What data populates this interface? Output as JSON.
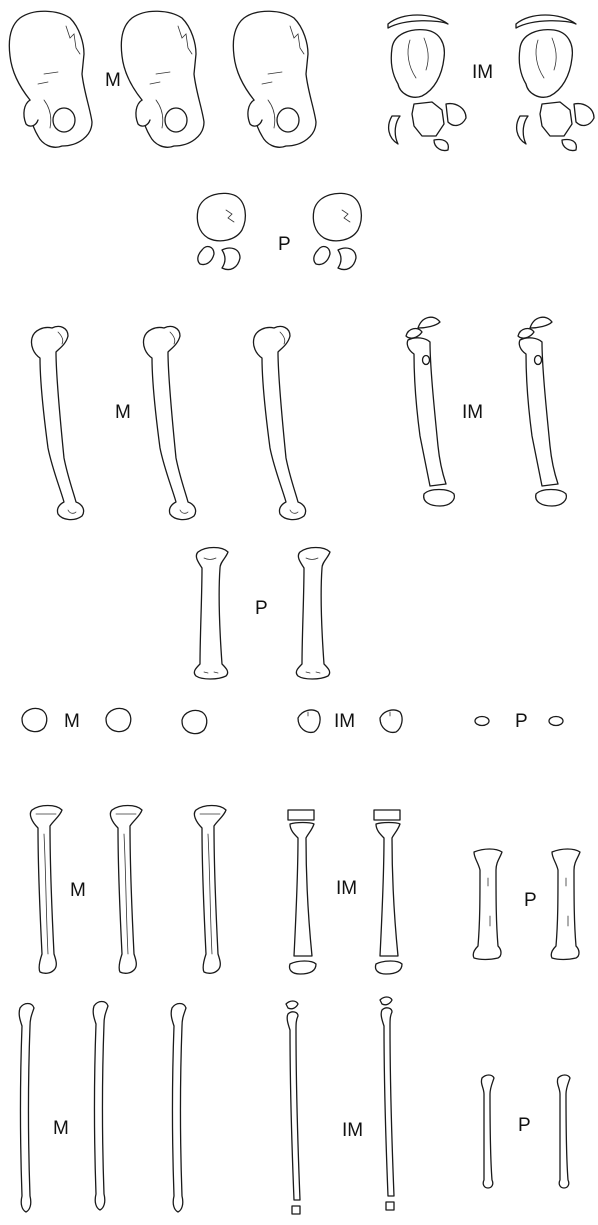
{
  "plate": {
    "background_color": "#ffffff",
    "line_color": "#1a1a1a"
  },
  "rows": [
    {
      "bone": "pelvis",
      "groups": [
        {
          "label": "M",
          "count": 3
        },
        {
          "label": "IM",
          "count": 2
        }
      ]
    },
    {
      "bone": "pelvis",
      "groups": [
        {
          "label": "P",
          "count": 2
        }
      ]
    },
    {
      "bone": "femur",
      "groups": [
        {
          "label": "M",
          "count": 3
        },
        {
          "label": "IM",
          "count": 2
        }
      ]
    },
    {
      "bone": "femur",
      "groups": [
        {
          "label": "P",
          "count": 2
        }
      ]
    },
    {
      "bone": "patella",
      "groups": [
        {
          "label": "M",
          "count": 3
        },
        {
          "label": "IM",
          "count": 2
        },
        {
          "label": "P",
          "count": 2
        }
      ]
    },
    {
      "bone": "tibia",
      "groups": [
        {
          "label": "M",
          "count": 3
        },
        {
          "label": "IM",
          "count": 2
        },
        {
          "label": "P",
          "count": 2
        }
      ]
    },
    {
      "bone": "fibula",
      "groups": [
        {
          "label": "M",
          "count": 3
        },
        {
          "label": "IM",
          "count": 2
        },
        {
          "label": "P",
          "count": 2
        }
      ]
    }
  ]
}
